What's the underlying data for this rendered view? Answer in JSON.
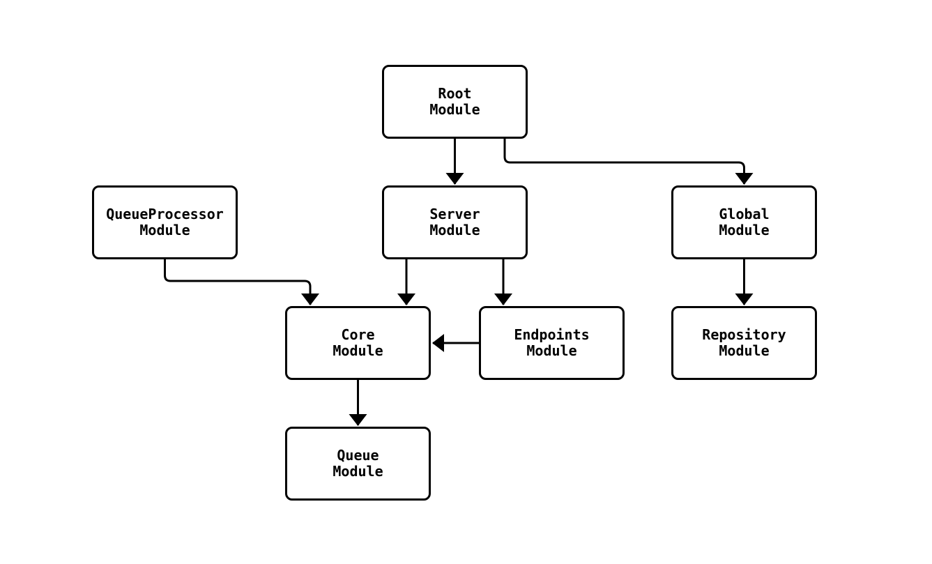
{
  "diagram": {
    "title": "module-dependency-diagram",
    "background_color": "#ffffff",
    "node_fill_color": "#ffffff",
    "node_border_color": "#000000",
    "edge_color": "#000000",
    "text_color": "#000000",
    "nodes": [
      {
        "id": "root",
        "label": "Root\nModule"
      },
      {
        "id": "queueprocessor",
        "label": "QueueProcessor\nModule"
      },
      {
        "id": "server",
        "label": "Server\nModule"
      },
      {
        "id": "global",
        "label": "Global\nModule"
      },
      {
        "id": "core",
        "label": "Core\nModule"
      },
      {
        "id": "endpoints",
        "label": "Endpoints\nModule"
      },
      {
        "id": "repository",
        "label": "Repository\nModule"
      },
      {
        "id": "queue",
        "label": "Queue\nModule"
      }
    ],
    "edges": [
      {
        "from": "root",
        "to": "server"
      },
      {
        "from": "root",
        "to": "global"
      },
      {
        "from": "server",
        "to": "core"
      },
      {
        "from": "server",
        "to": "endpoints"
      },
      {
        "from": "endpoints",
        "to": "core"
      },
      {
        "from": "queueprocessor",
        "to": "core"
      },
      {
        "from": "global",
        "to": "repository"
      },
      {
        "from": "core",
        "to": "queue"
      }
    ]
  }
}
